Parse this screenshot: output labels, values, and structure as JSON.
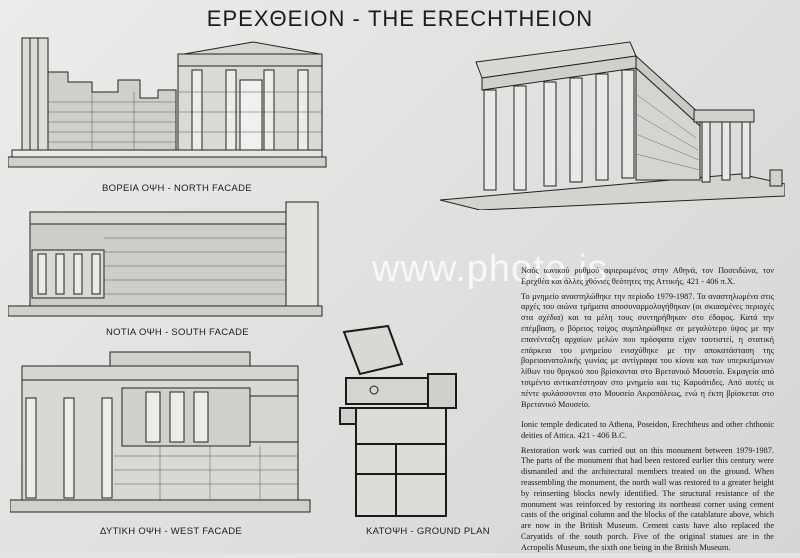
{
  "title": "ΕΡΕΧΘΕΙΟΝ - THE ERECHTHEION",
  "captions": {
    "north": "ΒΟΡΕΙΑ ΟΨΗ - NORTH FACADE",
    "south": "ΝΟΤΙΑ ΟΨΗ - SOUTH FACADE",
    "west": "ΔΥΤΙΚΗ ΟΨΗ - WEST FACADE",
    "plan": "ΚΑΤΟΨΗ - GROUND PLAN"
  },
  "watermark": "www.photo.is",
  "greek_text": {
    "p1": "Ναός ιωνικού ρυθμού αφιερωμένος στην Αθηνά, τον Ποσειδώνα, τον Ερεχθέα και άλλες χθόνιες θεότητες της Αττικής. 421 - 406 π.Χ.",
    "p2": "Το μνημείο αναστηλώθηκε την περίοδο 1979-1987. Τα αναστηλωμένα στις αρχές του αιώνα τμήματα αποσυναρμολογήθηκαν (οι σκιασμένες περιοχές στα σχέδια) και τα μέλη τους συντηρήθηκαν στο έδαφος. Κατά την επέμβαση, ο βόρειος τοίχος συμπληρώθηκε σε μεγαλύτερο ύψος με την επανένταξη αρχαίων μελών που πρόσφατα είχαν ταυτιστεί, η στατική επάρκεια του μνημείου ενισχύθηκε με την αποκατάσταση της βορειοανατολικής γωνίας με αντίγραφα του κίονα και των υπερκείμενων λίθων του θριγκού που βρίσκονται στο Βρετανικό Μουσείο. Εκμαγεία από τσιμέντο αντικατέστησαν στο μνημείο και τις Καρυάτιδες. Από αυτές οι πέντε φυλάσσονται στο Μουσείο Ακροπόλεως, ενώ η έκτη βρίσκεται στο Βρετανικό Μουσείο."
  },
  "english_text": {
    "p1": "Ionic temple dedicated to Athena, Poseidon, Erechtheus and other chthonic deities of Attica. 421 - 406 B.C.",
    "p2": "Restoration work was carried out on this monument between 1979-1987. The parts of the monument that had been restored earlier this century were dismantled and the architectural members treated on the ground. When reassembling the monument, the north wall was restored to a greater height by reinserting blocks newly identified. The structural resistance of the monument was reinforced by restoring its northeast corner using cement casts of the original column and the blocks of the catablature above, which are now in the British Museum. Cement casts have also replaced the Caryatids of the south porch. Five of the original statues are in the Acropolis Museum, the sixth one being in the British Museum."
  }
}
